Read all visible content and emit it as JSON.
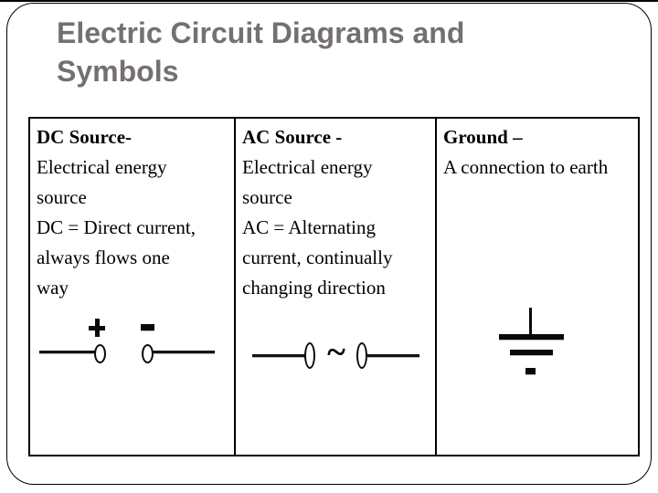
{
  "slide": {
    "title_line1": "Electric Circuit Diagrams and",
    "title_line2": "Symbols",
    "title_color": "#757070",
    "background_color": "#ffffff",
    "border_color": "#000000"
  },
  "table": {
    "columns": [
      {
        "heading": "DC Source-",
        "lines": [
          "Electrical energy",
          "source",
          "DC = Direct current,",
          "always flows one",
          "way"
        ],
        "symbol": "dc-source-symbol"
      },
      {
        "heading": "AC Source -",
        "lines": [
          "Electrical energy",
          "source",
          "AC = Alternating",
          "current, continually",
          "changing direction"
        ],
        "symbol": "ac-source-symbol"
      },
      {
        "heading": "Ground –",
        "lines": [
          "A connection to earth"
        ],
        "symbol": "ground-symbol"
      }
    ]
  },
  "symbols": {
    "dc_plus": "+",
    "dc_minus": "-",
    "ac_tilde": "~"
  }
}
